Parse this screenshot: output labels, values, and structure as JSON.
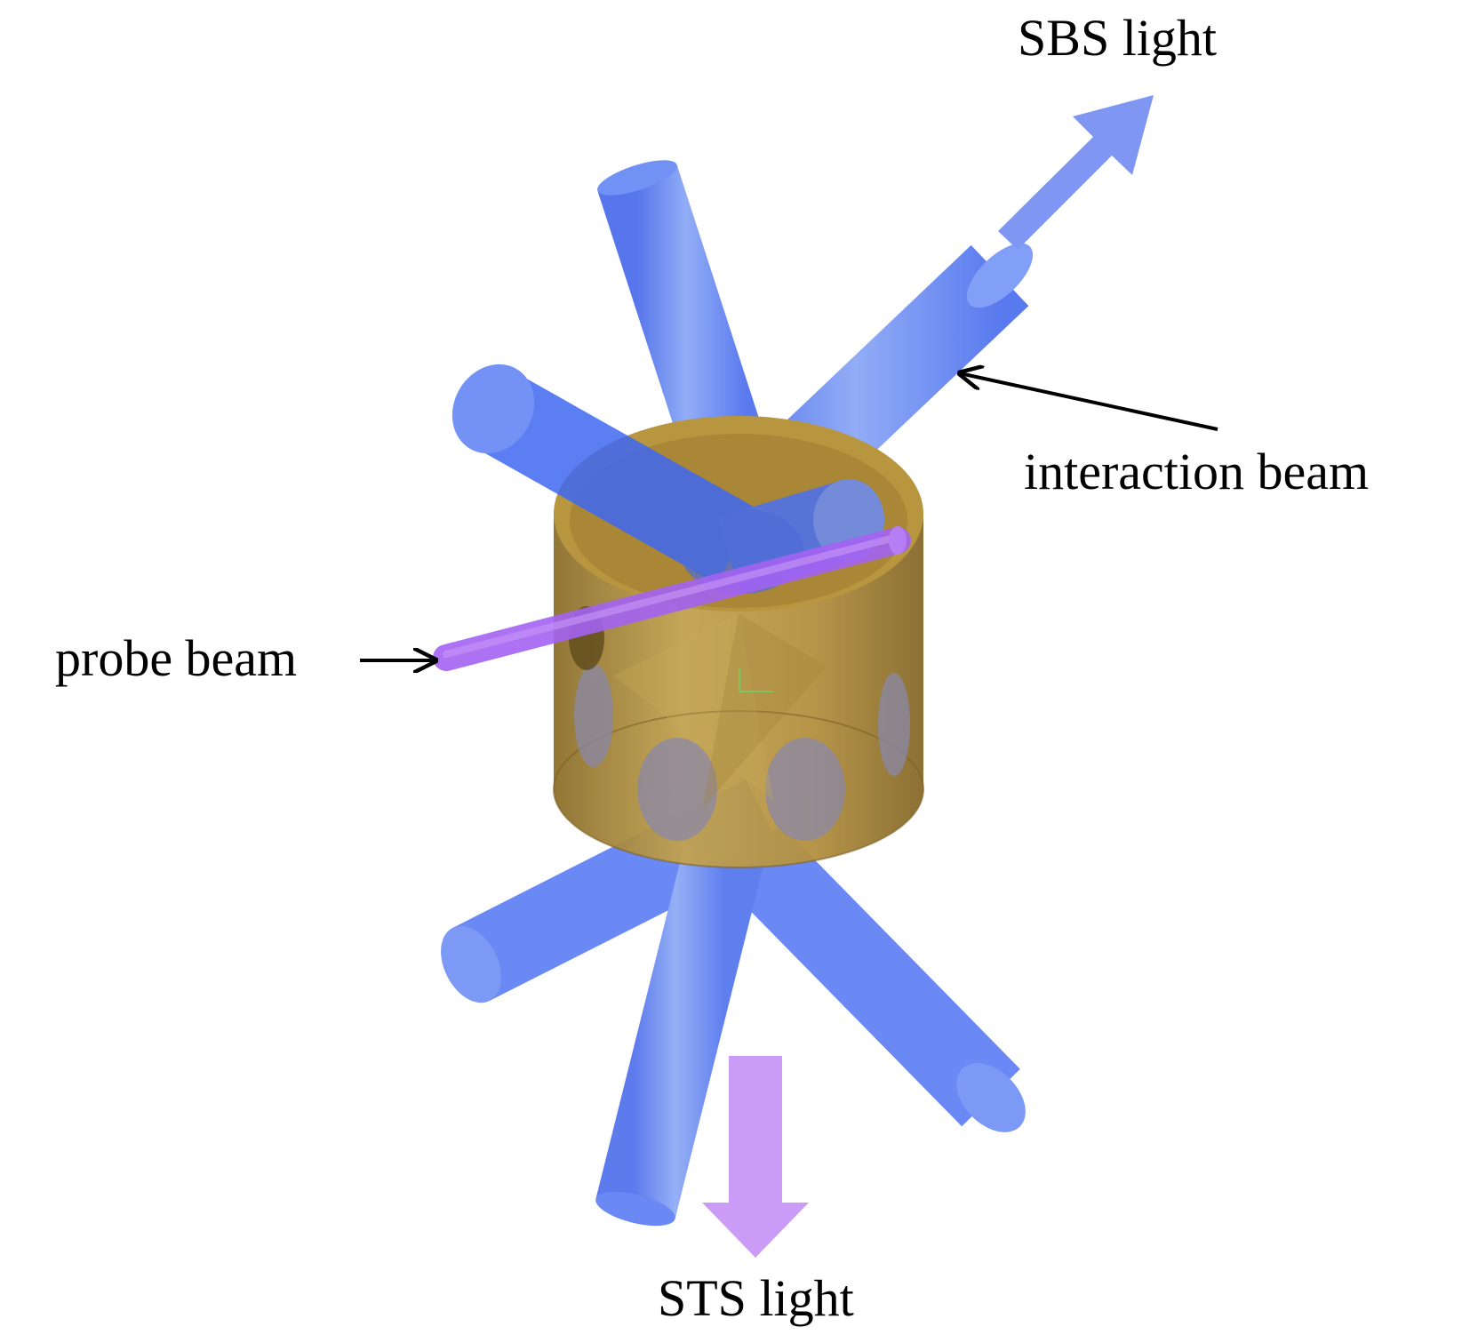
{
  "labels": {
    "sbs_light": "SBS light",
    "interaction_beam": "interaction beam",
    "probe_beam": "probe beam",
    "sts_light": "STS light"
  },
  "colors": {
    "interaction_beam": "#3f68f2",
    "beam_highlight": "#86a6f5",
    "probe_beam": "#9a5cf2",
    "hohlraum": "#b08e3e",
    "hohlraum_dark": "#8f7230",
    "window": "#8a88a8",
    "sbs_arrow": "#7f97f3",
    "sts_arrow": "#cb9cf5",
    "text": "#000000"
  },
  "icons": {
    "hohlraum": "cylinder-target-icon",
    "sbs_arrow": "arrow-up-right-icon",
    "sts_arrow": "arrow-down-icon"
  }
}
